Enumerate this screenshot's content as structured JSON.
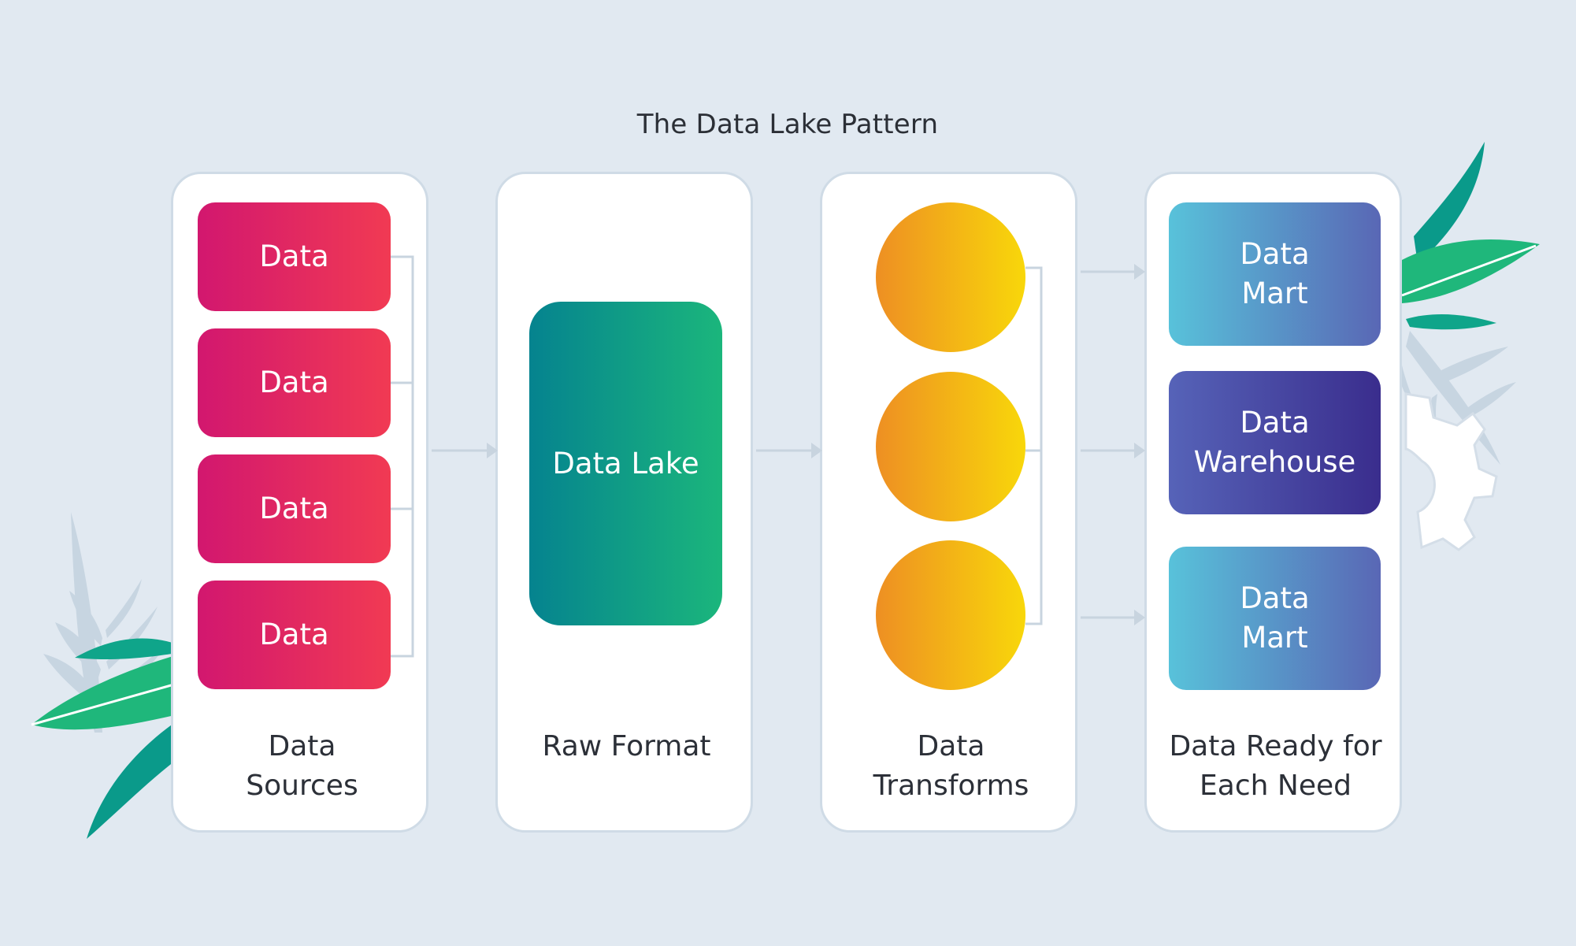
{
  "title": "The Data Lake Pattern",
  "colors": {
    "background": "#e1e9f1",
    "panel": "#ffffff",
    "panel_border": "#cfdbe6",
    "connector": "#c8d4df",
    "source_gradient": [
      "#d2176f",
      "#f13a53"
    ],
    "lake_gradient": [
      "#05838f",
      "#1bb67c"
    ],
    "transform_gradient": [
      "#ee8f23",
      "#f8d70a"
    ],
    "mart_gradient": [
      "#58c2da",
      "#5967b5"
    ],
    "warehouse_gradient": [
      "#5663b8",
      "#3a2d8d"
    ],
    "leaf_green": "#1fb77b",
    "leaf_teal": "#0a9a8a"
  },
  "columns": {
    "sources": {
      "label": "Data\nSources",
      "items": [
        "Data",
        "Data",
        "Data",
        "Data"
      ]
    },
    "raw": {
      "label": "Raw Format",
      "lake": "Data Lake"
    },
    "transforms": {
      "label": "Data\nTransforms",
      "count": 3
    },
    "ready": {
      "label": "Data Ready for\nEach Need",
      "items": [
        "Data\nMart",
        "Data\nWarehouse",
        "Data\nMart"
      ]
    }
  },
  "icons": {
    "decor_left": "leaf-icon",
    "decor_right": "leaf-icon",
    "gear": "gear-icon",
    "arrow": "arrow-right-icon"
  }
}
